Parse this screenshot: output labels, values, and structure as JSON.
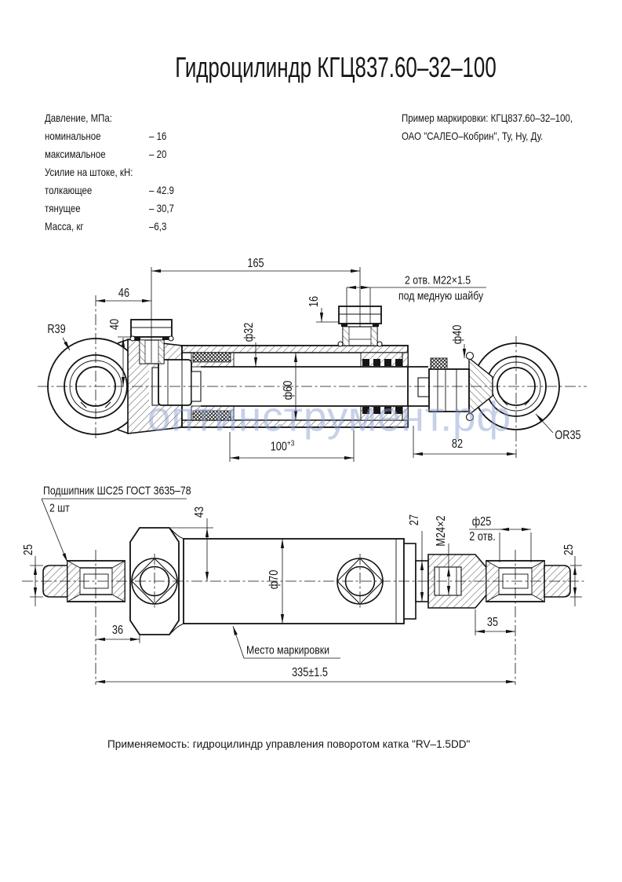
{
  "title": "Гидроцилиндр КГЦ837.60–32–100",
  "specs": {
    "rows": [
      {
        "label": "Давление, МПа:",
        "value": ""
      },
      {
        "label": "номинальное",
        "value": "– 16"
      },
      {
        "label": "максимальное",
        "value": "– 20"
      },
      {
        "label": "Усилие на штоке, кН:",
        "value": ""
      },
      {
        "label": "толкающее",
        "value": "– 42.9"
      },
      {
        "label": "тянущее",
        "value": "– 30,7"
      },
      {
        "label": "Масса, кг",
        "value": "–6,3"
      }
    ]
  },
  "marking": {
    "line1": "Пример маркировки: КГЦ837.60–32–100,",
    "line2": "ОАО \"САЛЕО–Кобрин\", Ту, Ну, Ду."
  },
  "upper_view": {
    "dims": {
      "d165": "165",
      "d46": "46",
      "d40": "40",
      "d16": "16",
      "dia32": "ф32",
      "dia60": "ф60",
      "dia40": "ф40",
      "d100": "100",
      "d100sup": "+3",
      "d82": "82",
      "r39": "R39",
      "or35": "OR35",
      "m22_line1": "2 отв. М22×1.5",
      "m22_line2": "под медную шайбу"
    }
  },
  "lower_view": {
    "bearing_note_line1": "Подшипник ШС25 ГОСТ 3635–78",
    "bearing_note_line2": "2 шт",
    "marking_spot": "Место маркировки",
    "dims": {
      "d25_left": "25",
      "d43": "43",
      "dia70": "ф70",
      "d27": "27",
      "m24": "М24×2",
      "dia25": "ф25",
      "holes2": "2 отв.",
      "d25_right": "25",
      "d36": "36",
      "d35": "35",
      "d335": "335±1.5"
    }
  },
  "note": "Применяемость: гидроцилиндр управления поворотом катка \"RV–1.5DD\"",
  "watermark": "оптинструмент.рф"
}
